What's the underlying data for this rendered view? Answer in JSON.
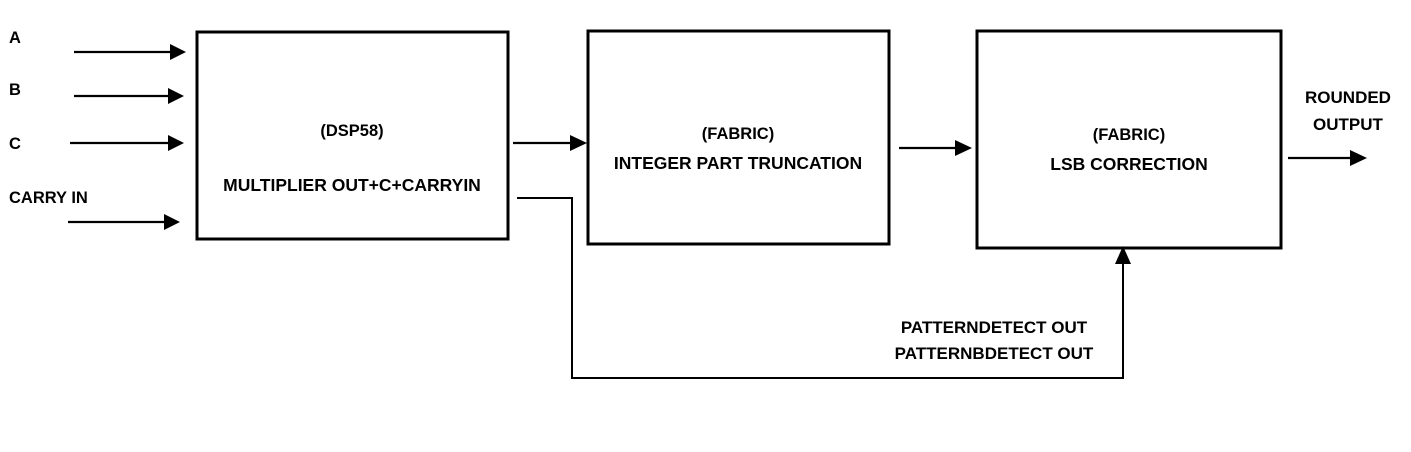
{
  "diagram": {
    "title": "DSP58 rounding datapath block diagram",
    "colors": {
      "stroke": "#000000",
      "background": "#ffffff",
      "box_fill": "#ffffff"
    },
    "inputs": [
      {
        "label": "A"
      },
      {
        "label": "B"
      },
      {
        "label": "C"
      },
      {
        "label": "CARRY IN"
      }
    ],
    "blocks": [
      {
        "id": "dsp58",
        "title": "(DSP58)",
        "subtitle": "MULTIPLIER OUT+C+CARRYIN"
      },
      {
        "id": "integer-truncation",
        "title": "(FABRIC)",
        "subtitle": "INTEGER PART TRUNCATION"
      },
      {
        "id": "lsb-correction",
        "title": "(FABRIC)",
        "subtitle": "LSB CORRECTION"
      }
    ],
    "output": {
      "line1": "ROUNDED",
      "line2": "OUTPUT"
    },
    "feedback": {
      "line1": "PATTERNDETECT OUT",
      "line2": "PATTERNBDETECT OUT"
    }
  }
}
